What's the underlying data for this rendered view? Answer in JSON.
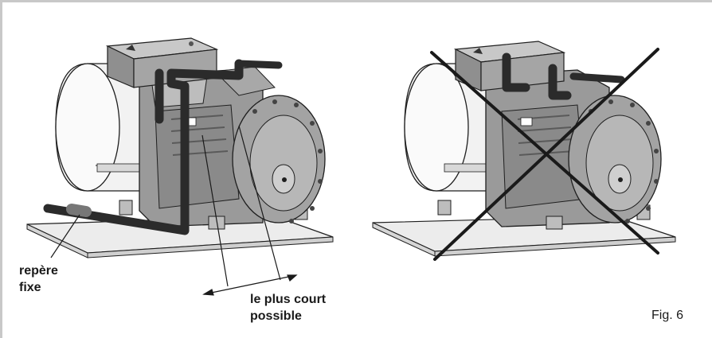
{
  "labels": {
    "fixed_mark_line1": "repère",
    "fixed_mark_line2": "fixe",
    "shortest_line1": "le plus court",
    "shortest_line2": "possible",
    "figure": "Fig. 6"
  },
  "colors": {
    "outline": "#1f1f1f",
    "body_fill": "#9a9a9a",
    "body_dark": "#6e6e6e",
    "motor_fill": "#f2f2f2",
    "plate_fill": "#ececec",
    "pipe": "#2b2b2b",
    "cross": "#1a1a1a",
    "frame": "#c8c8c8"
  }
}
